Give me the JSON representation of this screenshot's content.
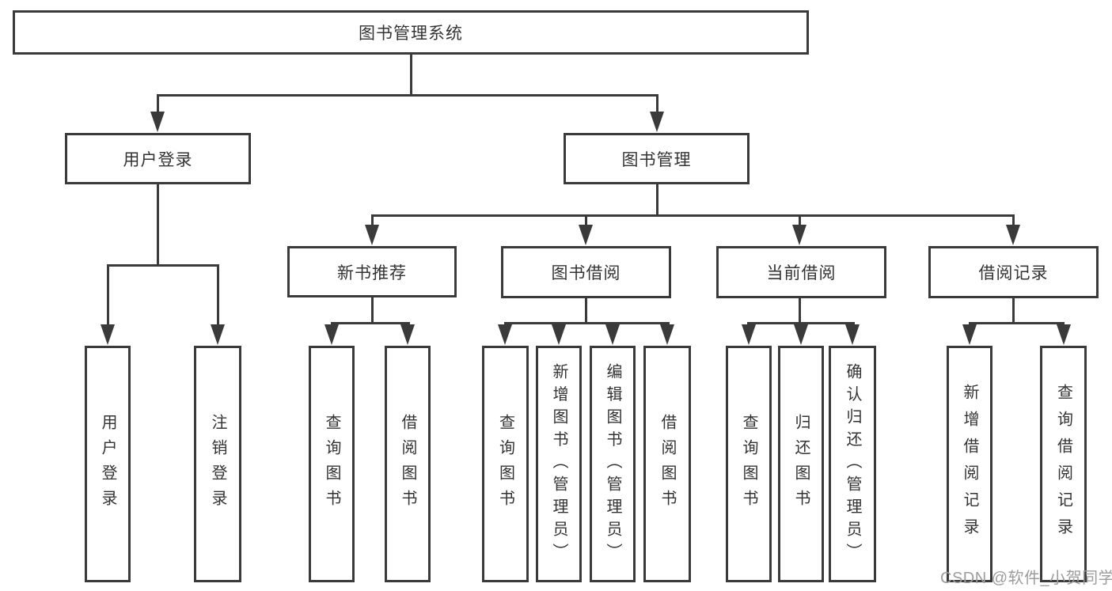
{
  "diagram_title": "图书管理系统",
  "tree": {
    "label": "图书管理系统",
    "children": [
      {
        "label": "用户登录",
        "children": [
          {
            "label": "用户登录"
          },
          {
            "label": "注销登录"
          }
        ]
      },
      {
        "label": "图书管理",
        "children": [
          {
            "label": "新书推荐",
            "children": [
              {
                "label": "查询图书"
              },
              {
                "label": "借阅图书"
              }
            ]
          },
          {
            "label": "图书借阅",
            "children": [
              {
                "label": "查询图书"
              },
              {
                "label": "新增图书（管理员）"
              },
              {
                "label": "编辑图书（管理员）"
              },
              {
                "label": "借阅图书"
              }
            ]
          },
          {
            "label": "当前借阅",
            "children": [
              {
                "label": "查询图书"
              },
              {
                "label": "归还图书"
              },
              {
                "label": "确认归还（管理员）"
              }
            ]
          },
          {
            "label": "借阅记录",
            "children": [
              {
                "label": "新增借阅记录"
              },
              {
                "label": "查询借阅记录"
              }
            ]
          }
        ]
      }
    ]
  },
  "watermark": "CSDN @软件_小贺同学",
  "colors": {
    "line": "#3a3a3a",
    "text": "#333333",
    "background": "#ffffff",
    "watermark": "#9c9c9c"
  }
}
